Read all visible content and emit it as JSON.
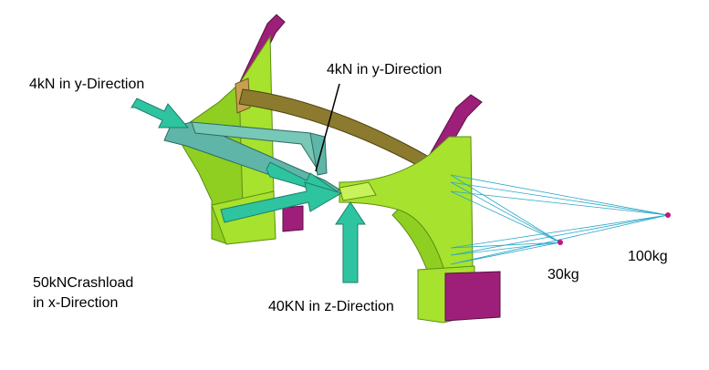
{
  "labels": {
    "y_left": "4kN in y-Direction",
    "y_right": "4kN in y-Direction",
    "crash_line1": "50kNCrashload",
    "crash_line2": "in x-Direction",
    "z_load": "40KN in z-Direction",
    "mass_small": "30kg",
    "mass_large": "100kg"
  },
  "colors": {
    "frame_green": "#a6e22e",
    "frame_green_dark": "#7fb81c",
    "frame_green_light": "#c8f25a",
    "strut_teal": "#5fb6a8",
    "beam_olive": "#8c7a2e",
    "plate_purple": "#9e1f7a",
    "arrow_teal": "#2ec4a0",
    "mass_link": "#2aa6c8",
    "mass_point": "#c0187f"
  }
}
